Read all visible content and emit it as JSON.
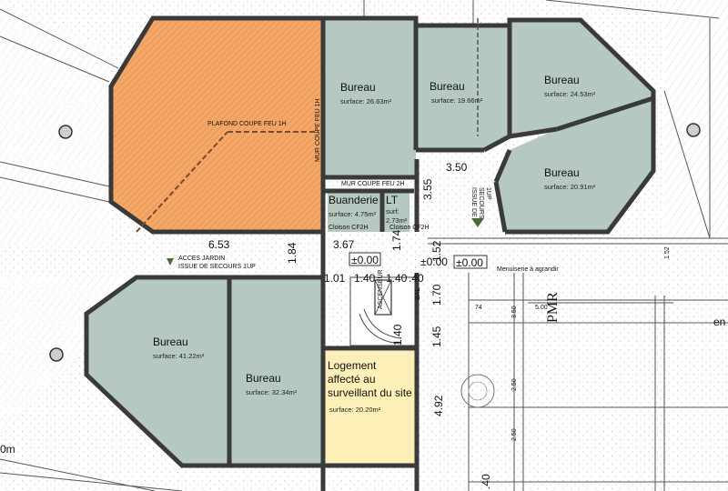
{
  "colors": {
    "office": "#b6c9c0",
    "hatched_zone": "#f4a868",
    "housing": "#fdefb8",
    "wall": "#3a3a3a",
    "site_hatch": "#bdbdbd"
  },
  "labels": {
    "plafond": "PLAFOND COUPE FEU 1H",
    "mur_1h": "MUR COUPE FEU 1H",
    "mur_2h": "MUR COUPE FEU 2H",
    "acces_line1": "ACCES JARDIN",
    "acces_line2": "ISSUE DE SECOURS 1UP",
    "issue_line1": "ISSUE DE",
    "issue_line2": "SECOURS",
    "issue_line3": "1UP",
    "cloison_left": "Cloison CF2H",
    "cloison_right": "Cloison CF2H",
    "menuiserie": "Menuiserie à agrandir",
    "ascenseur": "ASCENSEUR",
    "bal": "BAL",
    "pmr": "PMR",
    "edge_text": "en"
  },
  "rooms": {
    "bureau_a": {
      "name": "Bureau",
      "surface": "surface: 26.63m²"
    },
    "bureau_b": {
      "name": "Bureau",
      "surface": "surface: 19.66m²"
    },
    "bureau_c": {
      "name": "Bureau",
      "surface": "surface: 24.53m²"
    },
    "bureau_d": {
      "name": "Bureau",
      "surface": "surface: 20.91m²"
    },
    "bureau_e": {
      "name": "Bureau",
      "surface": "surface: 41.22m²"
    },
    "bureau_f": {
      "name": "Bureau",
      "surface": "surface: 32.34m²"
    },
    "buanderie": {
      "name": "Buanderie",
      "surface": "surface: 4.75m²"
    },
    "lt": {
      "name": "LT",
      "surface_line1": "surf:",
      "surface_line2": "2.73m²"
    },
    "logement": {
      "name_line1": "Logement",
      "name_line2": "affecté au",
      "name_line3": "surveillant du site",
      "surface": "surface: 20.20m²"
    }
  },
  "dimensions": {
    "d_350": "3.50",
    "d_355": "3.55",
    "d_653": "6.53",
    "d_184": "1.84",
    "d_367": "3.67",
    "d_174": "1.74",
    "d_152": "1.52",
    "d_101": "1.01",
    "d_140a": "1.40",
    "d_140b": "1.40",
    "d_40": ".40",
    "d_170": "1.70",
    "d_140c": "1.40",
    "d_145": "1.45",
    "d_492": "4.92",
    "d_40b": ".40",
    "d_0m": "0m"
  },
  "levels": {
    "level_1": "±0.00",
    "level_2": "±0.00",
    "level_3": "±0.00"
  },
  "parking": {
    "w_500": "5.00",
    "d_74": "74",
    "d_350": "3.50",
    "d_250a": "2.50",
    "d_250b": "2.50",
    "d_152": "1.52"
  }
}
